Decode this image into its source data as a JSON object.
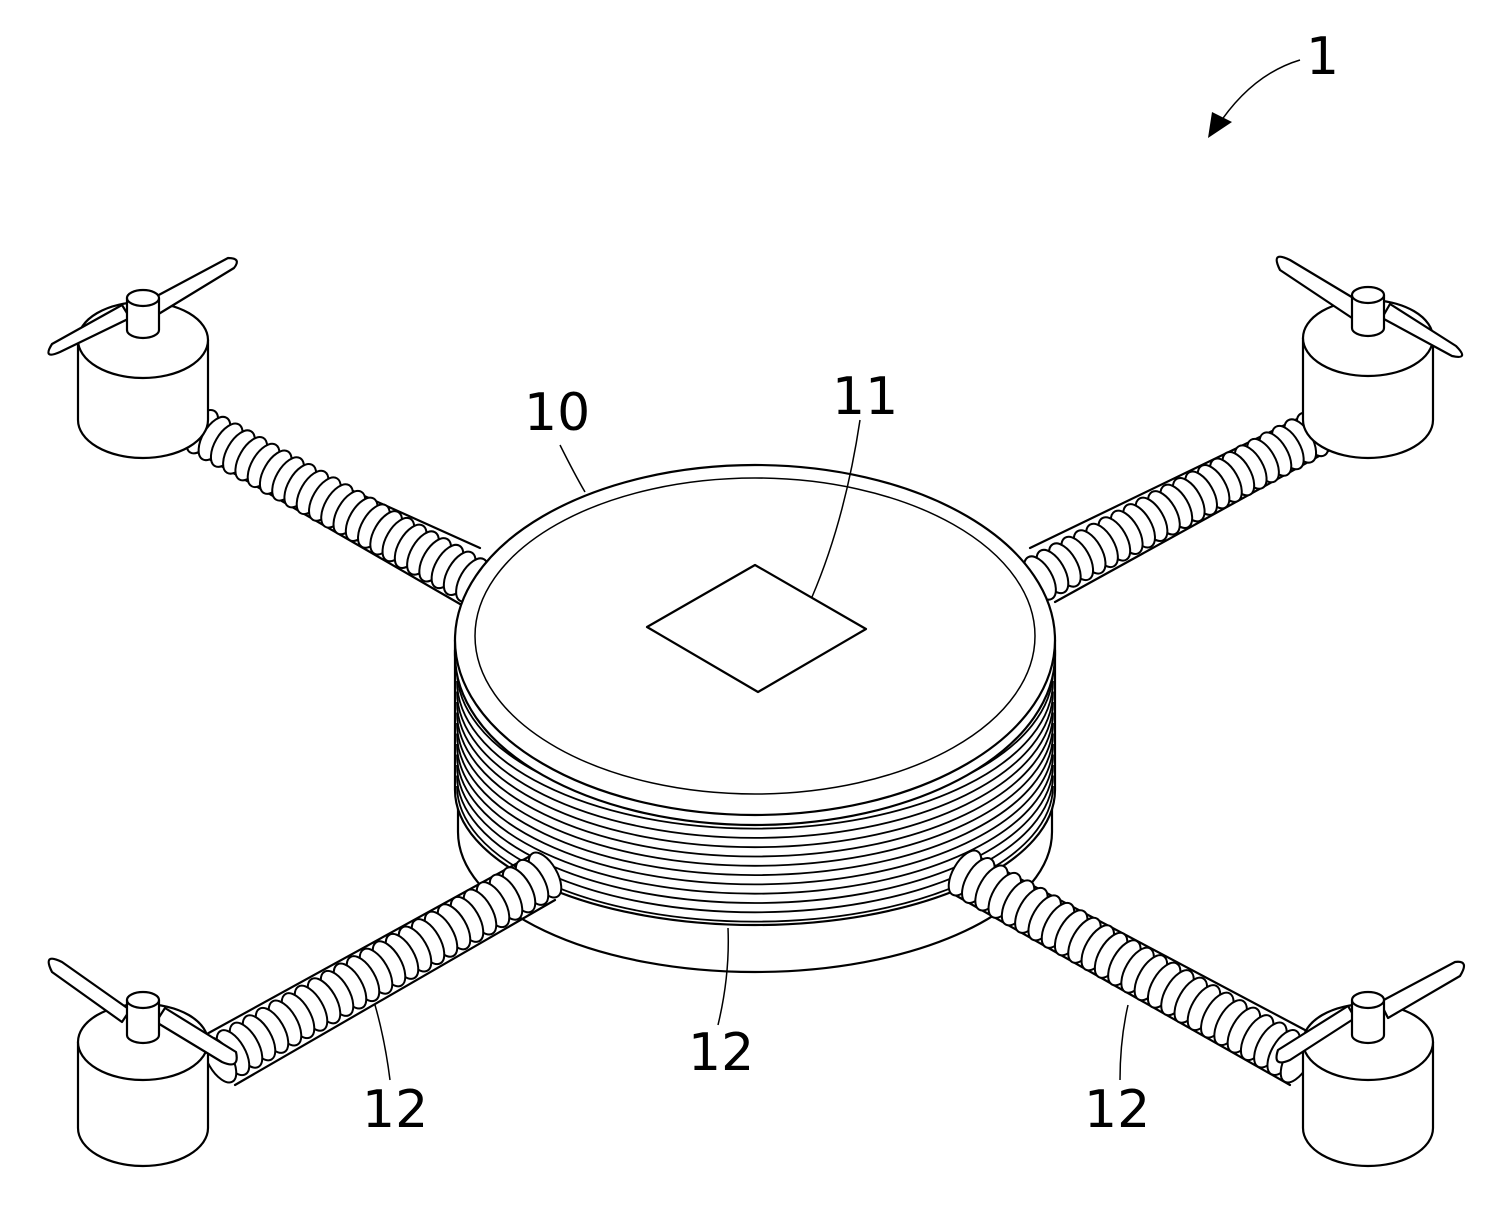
{
  "figure": {
    "reference_numerals": {
      "assembly": "1",
      "body": "10",
      "top_element": "11",
      "coil_left": "12",
      "coil_center": "12",
      "coil_right": "12"
    }
  }
}
